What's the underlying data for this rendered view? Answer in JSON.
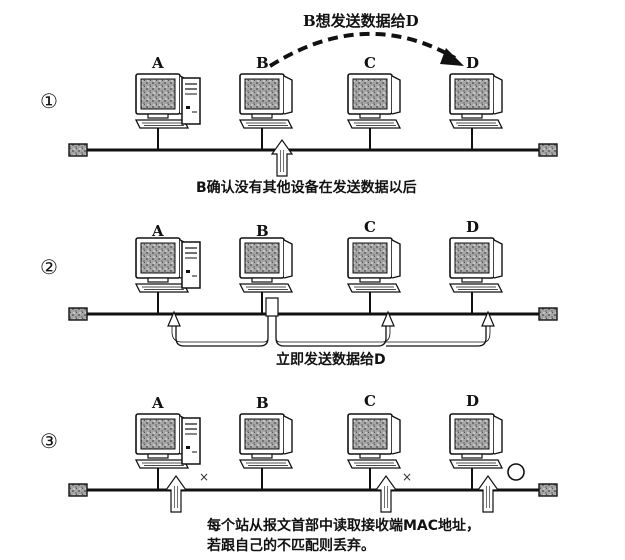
{
  "title": "B想发送数据给D",
  "steps": [
    {
      "marker": "①",
      "caption": "B确认没有其他设备在发送数据以后",
      "stations": [
        "A",
        "B",
        "C",
        "D"
      ]
    },
    {
      "marker": "②",
      "caption": "立即发送数据给D",
      "stations": [
        "A",
        "B",
        "C",
        "D"
      ]
    },
    {
      "marker": "③",
      "caption_line1": "每个站从报文首部中读取接收端MAC地址，",
      "caption_line2": "若跟自己的不匹配则丢弃。",
      "stations": [
        "A",
        "B",
        "C",
        "D"
      ],
      "reject_mark": "×",
      "accept_mark": "○"
    }
  ],
  "colors": {
    "ink": "#111111",
    "screen": "#9a9a9a",
    "arrow_fill": "#ffffff"
  }
}
